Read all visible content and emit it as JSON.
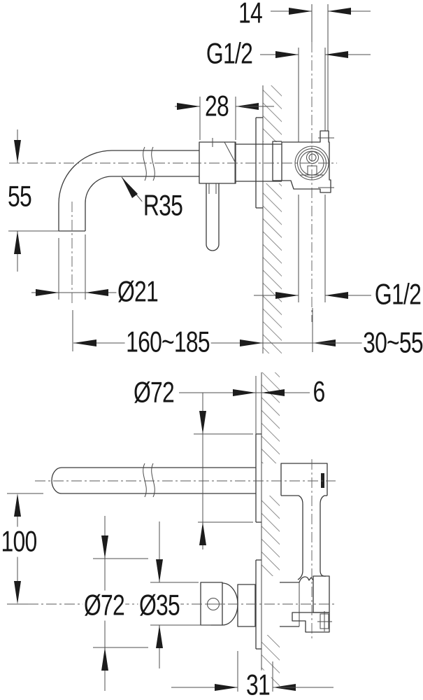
{
  "page": {
    "background": "#ffffff",
    "line_color": "#3a3a3a",
    "text_color": "#161616"
  },
  "drawing": {
    "top_view": {
      "dim_pipe_offset": "14",
      "dim_thread_top": "G1/2",
      "dim_body_width": "28",
      "dim_spout_drop": "55",
      "dim_bend_radius": "R35",
      "dim_spout_diameter": "Ø21",
      "dim_reach_range": "160~185",
      "dim_thread_side": "G1/2",
      "dim_wall_depth_range": "30~55"
    },
    "bottom_view": {
      "dim_spout_escutcheon": "Ø72",
      "dim_plate_thickness": "6",
      "dim_axis_distance": "100",
      "dim_valve_escutcheon": "Ø72",
      "dim_handle_diameter": "Ø35",
      "dim_handle_offset": "31"
    }
  }
}
